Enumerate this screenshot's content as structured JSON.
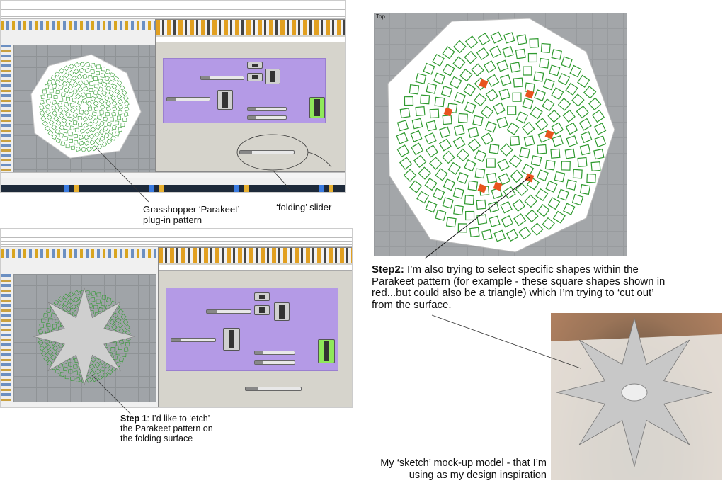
{
  "annotations": {
    "parakeet_label": "Grasshopper ‘Parakeet’ plug-in pattern",
    "parakeet_line1": "Grasshopper ‘Parakeet’",
    "parakeet_line2": "plug-in pattern",
    "slider_label": "‘folding’ slider",
    "step1_bold": "Step 1",
    "step1_rest_line1": ": I’d like to ‘etch’",
    "step1_line2": "the Parakeet pattern on",
    "step1_line3": "the folding surface",
    "step2_bold": "Step2:",
    "step2_line1": " I’m also trying to select specific shapes within the",
    "step2_line2": "Parakeet pattern (for example - these square shapes shown in",
    "step2_line3": "red...but could also be a triangle) which I’m trying to ‘cut out’",
    "step2_line4": "from the surface.",
    "sketch_line1": "My ‘sketch’ mock-up model - that I’m",
    "sketch_line2": "using as my design inspiration"
  },
  "right_viewport": {
    "label": "Top"
  },
  "colors": {
    "pattern_green": "#2f9a2f",
    "highlight_red": "#e8541e",
    "gh_group_purple": "#b49ae6",
    "gh_component_green": "#8fe85a",
    "viewport_gray": "#a3a6a9"
  },
  "icons": [
    "rhino-toolbar-icons",
    "grasshopper-component-icons",
    "windows-taskbar-icons"
  ]
}
